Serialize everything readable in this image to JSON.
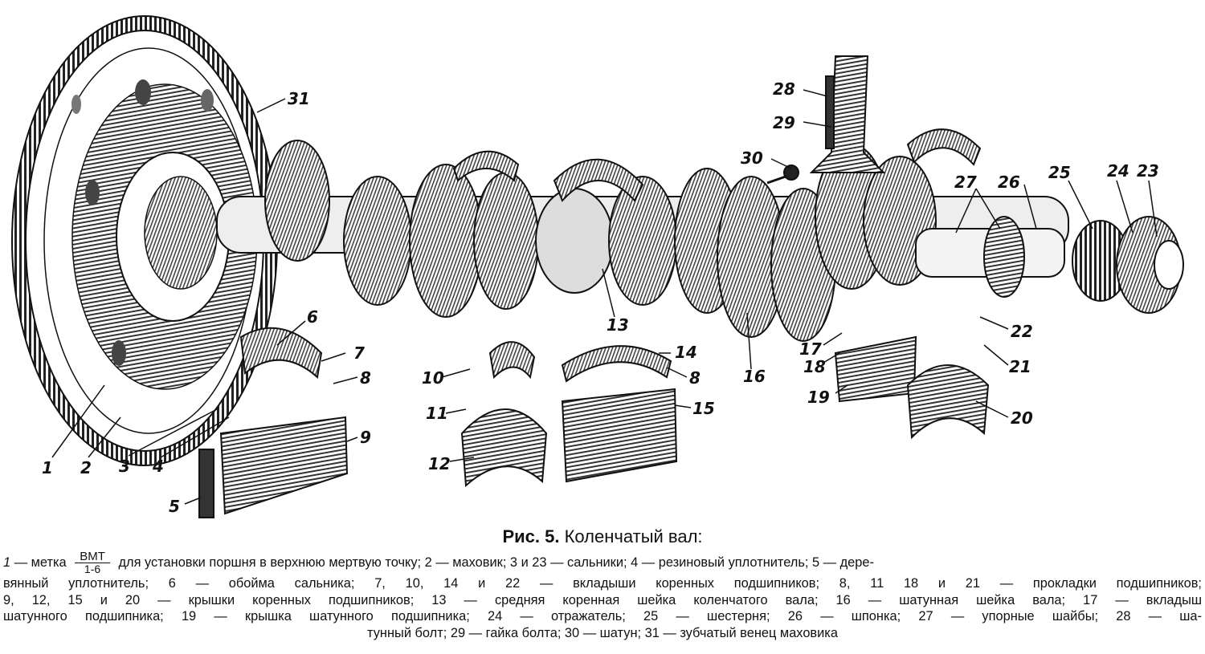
{
  "figure": {
    "callouts": [
      "1",
      "2",
      "3",
      "4",
      "5",
      "6",
      "7",
      "8",
      "9",
      "10",
      "11",
      "12",
      "13",
      "14",
      "8",
      "15",
      "16",
      "17",
      "18",
      "19",
      "20",
      "21",
      "22",
      "23",
      "24",
      "25",
      "26",
      "27",
      "28",
      "29",
      "30",
      "31"
    ]
  },
  "caption": {
    "prefix": "Рис. 5.",
    "title": "Коленчатый вал:"
  },
  "legend": {
    "l1_a": "1",
    "l1_b": "— метка",
    "frac_num": "ВМТ",
    "frac_den": "1-6",
    "l1_c": "для установки поршня в верхнюю мертвую точку; 2 — маховик; 3 и 23 — сальники; 4 — резиновый уплотнитель; 5 — дере-",
    "l2": "вянный уплотнитель; 6 — обойма сальника; 7, 10, 14 и 22 — вкладыши коренных подшипников; 8, 11 18 и 21 — прокладки подшипников;",
    "l3": "9, 12, 15 и 20 — крышки коренных подшипников; 13 — средняя коренная шейка коленчатого вала; 16 — шатунная шейка вала; 17 — вкладыш",
    "l4": "шатунного подшипника; 19 — крышка шатунного подшипника; 24 — отражатель; 25 — шестерня; 26 — шпонка; 27 — упорные шайбы; 28 — ша-",
    "l5": "тунный болт; 29 — гайка болта; 30 — шатун; 31 — зубчатый венец маховика"
  }
}
